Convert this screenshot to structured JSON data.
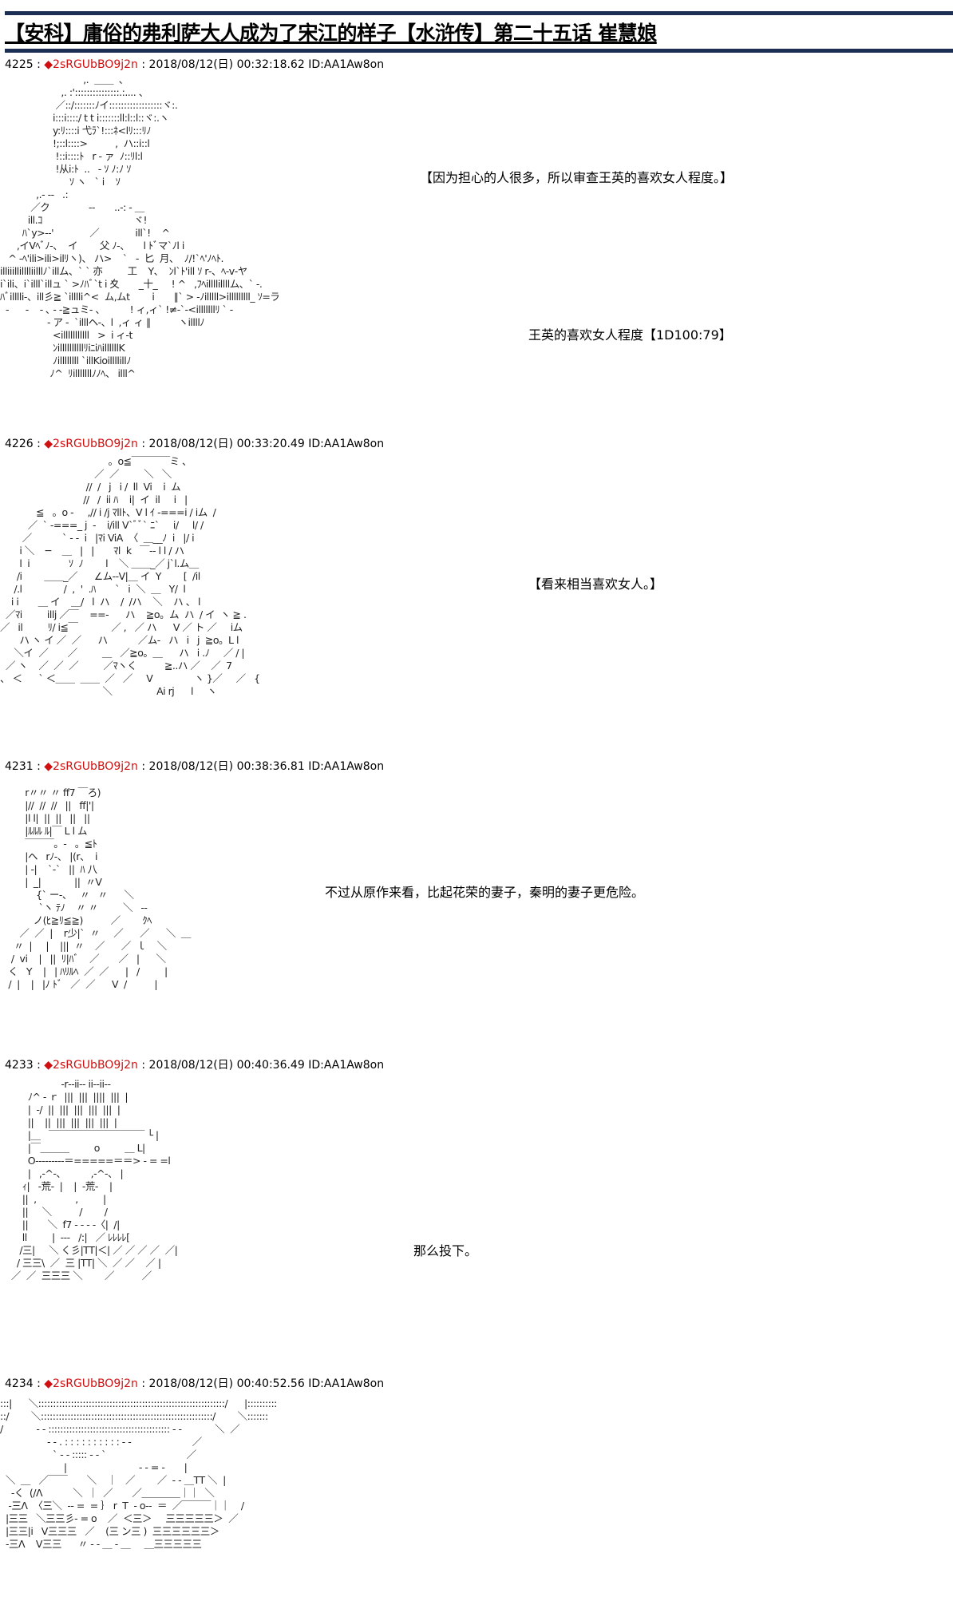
{
  "title": "【安科】庸俗的弗利萨大人成为了宋江的样子【水浒传】第二十五话 崔慧娘",
  "posts": [
    {
      "number": "4225",
      "sep": " : ",
      "trip": "◆2sRGUbBO9j2n",
      "sep2": " : ",
      "date": "2018/08/12(日) 00:32:18.62 ID:AA1Aw8on",
      "art": [
        "                              ,.  ＿＿  ､",
        "                      ,. :':::::::::::::::.:.... 、",
        "                    ／::/:::::::ﾉイ::::::::::::::::::ヾ:.",
        "                   i:::i::::/ t t i:::::::ll:l::l::ヾ:.ヽ",
        "                   y:ﾘ::::i 弋ﾗ`!:::ﾈ<lﾘ:::ﾘﾉ",
        "                   !;::l::::>          ,  ハ::i::l",
        "                    !::i::::ﾄ   r ‐ ァ  ﾉ::ﾘl:l",
        "                    !从i:ﾄ  ..   ‐ ｿ ﾉ:ﾉ ｿ",
        "                         ｿ ヽ   ` i    ｿ",
        "             ,.- ‐‐   .:",
        "           ／ク              ‐-       ..-: ‐ ＿",
        "          ill.ｺ                                 ヾ!",
        "        ﾊ`y>‐‐'             ／             ill`!    ^",
        "      ,イVﾍﾞﾉ‐、  イ        父 ﾉ-、     l ﾄﾞマ`ﾉl i",
        "   ^ ‐ﾍ'ili>ili>ilﾘヽ)、 ハ>    `   ‐  匕  月、  ﾉ/!`ﾍ'ﾉﾍﾄ.",
        "illiiillilllliilllﾉ`illム、` ` 亦         工    Y、  ﾝl`ﾄ'ill ｿ r‐、ﾍ‐v‐ヤ",
        "i`ili、i`illl`illュ ` >ﾉﾊﾞ`t i 夊       _十_     ! ^   ,ﾌﾍillllillllム、` ‐.",
        "ﾊﾞilllli‐、ill彡≧ `illlli^<  ム,ムt        i       ∥` > ‐ﾉilllll>illlllllll_ ｿ=ラ",
        "  ‐      ‐    ‐ ､ ‐ ‐≧ュミ‐ 、         ! ィ,ィ` !≠‐`‐<illlllllﾘ ` ‐",
        "                 ‐ ア ‐  `illlヘ‐、l  ,ィ ィ ∥          ヽillllﾉ",
        "                   <illlllllllll   >  i ィ‐t",
        "                   ﾝillllllllllﾘiﾆiﾊillllllK",
        "                   ﾉillllllll `illKioillllillﾉ",
        "                  ﾉ^  ﾘilllllllﾉﾉﾍ、 illl^"
      ],
      "lines": [
        "【因为担心的人很多，所以审查王英的喜欢女人程度。】",
        "王英的喜欢女人程度【1D100:79】"
      ]
    },
    {
      "number": "4226",
      "sep": " : ",
      "trip": "◆2sRGUbBO9j2n",
      "sep2": " : ",
      "date": "2018/08/12(日) 00:33:20.49 ID:AA1Aw8on",
      "art": [
        "                                       。o≦￣￣￣￣ミ 、",
        "                                  ／  ／         ＼   ＼",
        "                               //  /   j   i /  ll  Vi    i  ム",
        "                              //   /  ii ﾊ    i|  イ  il     i   |",
        "             ≦   。o ‐     ,// i /j ﾏllﾄ、V l ｲ ‐===i / iム  /",
        "          ／  ` ‐===_ j  ‐    i/ill V`ﾞﾞ` ﾆ`     i/     l/ /",
        "        ／           ` ‐ ‐  i   |ﾏi ViA  〈  ＿__ﾉ  i   |/ i",
        "       i ＼    ─    ＿   |   |       ﾏl  k   ￣‐‐ l l / ハ",
        "       l  i              ｿ  ﾉ        l    ＼ ＿＿_／ j`l.ム＿",
        "      /i        ＿＿_／      ∠ム‐‐V|＿ イ  Y        [  /il",
        "     /.l               /  ,  '  .ﾊ       `   i  ＼  ＿   Y/  l",
        "    i i       ＿ イ    ＿/   l  ハ    /  /ハ    ＼    ハ 、 l",
        "  ／ﾏi         illj ／￣    ==‐      ハ    ≧o。ム  ハ  / イ  ヽ ≧ .",
        "／   il         ﾘ/ i≦￣            ／ ,   ／ ハ      V ／ ト ／     iム",
        "       ハ ヽ イ ／  ／      ハ           ／ム‐   ハ   i   j  ≧o。L l",
        "     ＼イ  ／       ／         ＿   ／≧o。＿      ハ   i .ﾉ     ／ / |",
        "  ／ ヽ    ／  ／  ／         ／ﾏヽく          ≧..ハ ／    ／  7",
        "、 ＜      ` ＜＿＿  ＿＿  ／   ／     V               ヽ }／     ／   {",
        "                                     ＼                Ai rj      l     ヽ"
      ],
      "lines": [
        "【看来相当喜欢女人。】"
      ]
    },
    {
      "number": "4231",
      "sep": " : ",
      "trip": "◆2sRGUbBO9j2n",
      "sep2": " : ",
      "date": "2018/08/12(日) 00:38:36.81 ID:AA1Aw8on",
      "art": [
        "         r〃〃 〃 ff7 ￣ろ)",
        "         |//  //  //   ||   ff|'|",
        "         |l l|  ||  ||   ||   ||",
        "         |ﾙﾙﾙ ﾙ|￣ L l ム",
        "         ￣￣￣。‐   。≦ﾄ",
        "         |ヘ   rﾉ‐、 |(r、  i",
        "         | ‐|    `‐`   ||  ﾊ 八",
        "         |  _|            ||  〃V",
        "             {` ー-、   〃   〃      ＼",
        "              `ヽ ﾃﾉ    〃 〃         ＼   ‐‐",
        "            ノ(ﾋ≧ﾘ≦≧)          ／        ｸﾍ",
        "       ／  ／  |    r少|`  〃     ／      ／      ＼  ＿",
        "     〃  |     |    |||  〃    ／      ／  ｌ    ＼",
        "    /  vi    |   ||  ﾘ|ﾊﾞ    ／       ／   |      ＼",
        "   く   Y    |   | ﾊﾘﾙﾍ  ／  ／      |   /         |",
        "   /  |    |   |ﾉ ﾄﾞ   ／  ／      V  /          |"
      ],
      "lines": [
        "不过从原作来看，比起花荣的妻子，秦明的妻子更危险。"
      ]
    },
    {
      "number": "4233",
      "sep": " : ",
      "trip": "◆2sRGUbBO9j2n",
      "sep2": " : ",
      "date": "2018/08/12(日) 00:40:36.49 ID:AA1Aw8on",
      "art": [
        "                      ‐r‐-ii‐‐ ii‐-ii‐‐",
        "          ﾉ^ ‐ ｒ  |||  |||  ||||  |||  |",
        "          |  ‐/  ||  |||  |||  |||  |||  |",
        "          ||    ||  |||  |||  |||  |||  |",
        "          |＿   ￣￣￣￣￣￣￣￣￣￣ └ |",
        "          |￣＿＿＿         o         ＿ L|",
        "          O‐‐‐‐‐‐‐‐‐＝=====＝＝> ‐ = =l",
        "          |   ,‐^‐、         ,‐^‐、 |",
        "        ｨ|   ‐荒‐  |    |  ‐荒‐    |",
        "        ||  ,              ,         |",
        "        ||     ＼          /        /",
        "        ||       ＼  f7 ‐ ‐ ‐ ‐〈|  /|",
        "        ll         |  ‐‐‐   /:|   ／ ﾚﾚﾚﾚ[",
        "       /三|     ＼ く彡|TT|＜| ／ ／ ／ ／  ／|",
        "      / 三三\\  ／  三 |TT| ＼  ／ ／    ／ |",
        "    ／  ／  三三三 ＼        ／          ／"
      ],
      "lines": [
        "那么投下。"
      ]
    },
    {
      "number": "4234",
      "sep": " : ",
      "trip": "◆2sRGUbBO9j2n",
      "sep2": " : ",
      "date": "2018/08/12(日) 00:40:52.56 ID:AA1Aw8on",
      "art": [
        ":::|      ＼:::::::::::::::::::::::::::::::::::::::::::::::::::::::::::::::/      |::::::::::",
        "::/        ＼::::::::::::::::::::::::::::::::::::::::::::::::::::::::::/        ＼:::::::",
        "/            ‐ ‐ ::::::::::::::::::::::::::::::::::::::::: ‐ ‐            ＼  ／",
        "                 ‐ ‐ . : : : : : : : : : : ‐ ‐                      ／",
        "                   ` ‐ - ::::: - ‐ `                             ／",
        "                       |                          ‐ ‐ = ‐       |",
        "  ＼  ＿   ／￣￣       ＼    ｜   ／        ／  ‐ ‐ ＿TT ＼  |",
        "    ‐く  (/Λ           ＼  ｜  ／       ／＿＿＿＿｜｜  ＼",
        "   ‐三Λ  〈三＼  ‐‐ =  = ｝ r  T  ‐ o‐‐  ＝  ／￣￣￣｜｜    /",
        "  |三三   ＼三三彡‐ = o    ／  ＜三＞     三三三三三＞  ／",
        "  |三三|i   V三三三   ／    (三 ン三 )  三三三三三三＞",
        "  ‐三Λ    V三三      〃 ‐ ‐ ＿ ‐ ＿     ＿三三三三三"
      ],
      "lines": []
    }
  ]
}
